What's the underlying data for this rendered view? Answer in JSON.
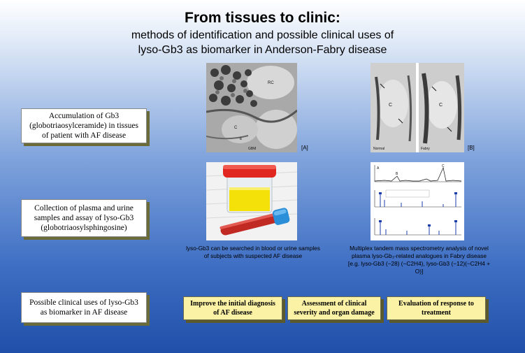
{
  "title": {
    "main": "From tissues to clinic:",
    "line2": "methods of identification and possible clinical uses of",
    "line3": "lyso-Gb3 as biomarker in Anderson-Fabry disease"
  },
  "steps": [
    "Accumulation of Gb3 (globotriaosylceramide) in tissues of patient with AF disease",
    "Collection of plasma and urine samples and assay of lyso-Gb3 (globotriaosylsphingosine)",
    "Possible clinical uses of lyso-Gb3 as biomarker in AF disease"
  ],
  "images": {
    "ref_a": "[A]",
    "ref_b": "[B]",
    "micro_labels": {
      "rc": "RC",
      "c": "C",
      "e": "E",
      "gbm": "GBM",
      "cb": "C",
      "normal": "Normal",
      "fabry": "Fabry"
    },
    "spectrum_labels": {
      "a": "A",
      "b": "B",
      "c": "C"
    }
  },
  "captions": {
    "left": "lyso-Gb3 can be searched in blood or urine samples of subjects with suspected AF disease",
    "right": "Multiplex tandem mass spectrometry analysis of novel plasma lyso-Gb₃-related analogues in Fabry disease [e.g. lyso-Gb3 (−28) (−C2H4), lyso-Gb3 (−12)(−C2H4 + O)]"
  },
  "uses": [
    "Improve the initial diagnosis of AF disease",
    "Assessment of clinical severity and organ damage",
    "Evaluation of response to treatment"
  ],
  "colors": {
    "background_top": "#ffffff",
    "background_bottom": "#1f4fa8",
    "use_box_fill": "#fbf2a6",
    "tube_red": "#e0261e",
    "tube_blue": "#2a8fd8",
    "urine_yellow": "#f4e10a"
  }
}
